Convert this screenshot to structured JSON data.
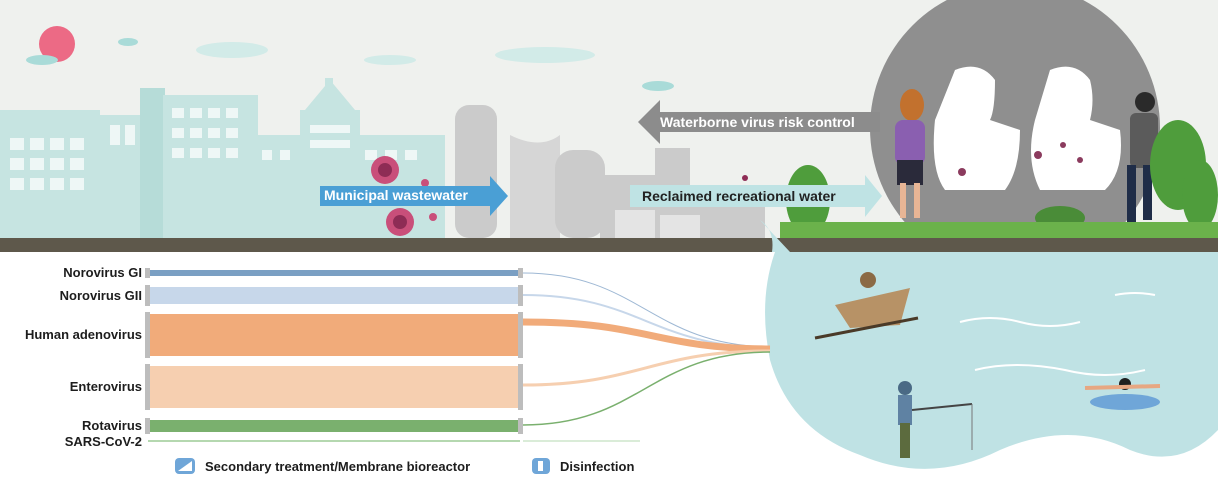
{
  "labels": {
    "municipal": "Municipal wastewater",
    "reclaimed": "Reclaimed recreational water",
    "risk_control": "Waterborne virus risk control"
  },
  "virus_flows": [
    {
      "name": "Norovirus GI",
      "color": "#7a9fc3"
    },
    {
      "name": "Norovirus GII",
      "color": "#c7d7ea"
    },
    {
      "name": "Human adenovirus",
      "color": "#f1ab7a"
    },
    {
      "name": "Enterovirus",
      "color": "#f6cfb0"
    },
    {
      "name": "Rotavirus",
      "color": "#7ab06e"
    },
    {
      "name": "SARS-CoV-2",
      "color": "#b5d8b0"
    }
  ],
  "legend": {
    "secondary": "Secondary treatment/Membrane bioreactor",
    "disinfection": "Disinfection"
  },
  "icons": [
    "sun-icon",
    "virus-icon",
    "lungs-icon",
    "boat-icon",
    "swimmer-icon",
    "fisherman-icon"
  ],
  "colors": {
    "sky": "#eef0ee",
    "city": "#c5e3e0",
    "water": "#bfe1e3",
    "ground": "#5c564a",
    "arrow_blue": "#4a9fd5",
    "arrow_grey": "#8c8c8c"
  }
}
